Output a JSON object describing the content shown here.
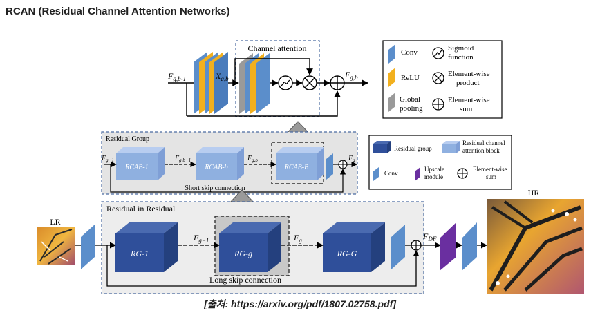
{
  "title": "RCAN (Residual Channel Attention Networks)",
  "caption": "[출처: https://arxiv.org/pdf/1807.02758.pdf]",
  "top_block": {
    "label": "Channel attention",
    "input_label": "F",
    "input_sub": "g,b-1",
    "mid_label": "X",
    "mid_sub": "g,b",
    "output_label": "F",
    "output_sub": "g,b"
  },
  "legend_top": {
    "conv": "Conv",
    "relu": "ReLU",
    "global_pooling_1": "Global",
    "global_pooling_2": "pooling",
    "sigmoid_1": "Sigmoid",
    "sigmoid_2": "function",
    "elementwise_product_1": "Element-wise",
    "elementwise_product_2": "product",
    "elementwise_sum_1": "Element-wise",
    "elementwise_sum_2": "sum"
  },
  "residual_group": {
    "title": "Residual Group",
    "input_label": "F",
    "input_sub": "g−1",
    "blocks": [
      "RCAB-1",
      "RCAB-b",
      "RCAB-B"
    ],
    "arrow_labels": [
      {
        "main": "F",
        "sub": "g,b−1"
      },
      {
        "main": "F",
        "sub": "g,b"
      }
    ],
    "output_label": "F",
    "output_sub": "g",
    "skip_label": "Short skip connection"
  },
  "legend_mid": {
    "residual_group": "Residual group",
    "rcab_1": "Residual channel",
    "rcab_2": "attention block",
    "conv": "Conv",
    "upscale_1": "Upscale",
    "upscale_2": "module",
    "sum_1": "Element-wise",
    "sum_2": "sum"
  },
  "rir": {
    "title": "Residual in Residual",
    "lr_label": "LR",
    "hr_label": "HR",
    "blocks": [
      "RG-1",
      "RG-g",
      "RG-G"
    ],
    "arrow_1": {
      "main": "F",
      "sub": "g−1"
    },
    "arrow_2": {
      "main": "F",
      "sub": "g"
    },
    "df_label": {
      "main": "F",
      "sub": "DF"
    },
    "skip_label": "Long skip connection"
  },
  "colors": {
    "conv": "#5b8ecb",
    "relu": "#f2b01e",
    "pool": "#9a9a9a",
    "rg_dark": "#2f4f9a",
    "rcab_light": "#8fb0e0",
    "upscale": "#6a2fa0",
    "group_bg": "#e4e4e4"
  }
}
